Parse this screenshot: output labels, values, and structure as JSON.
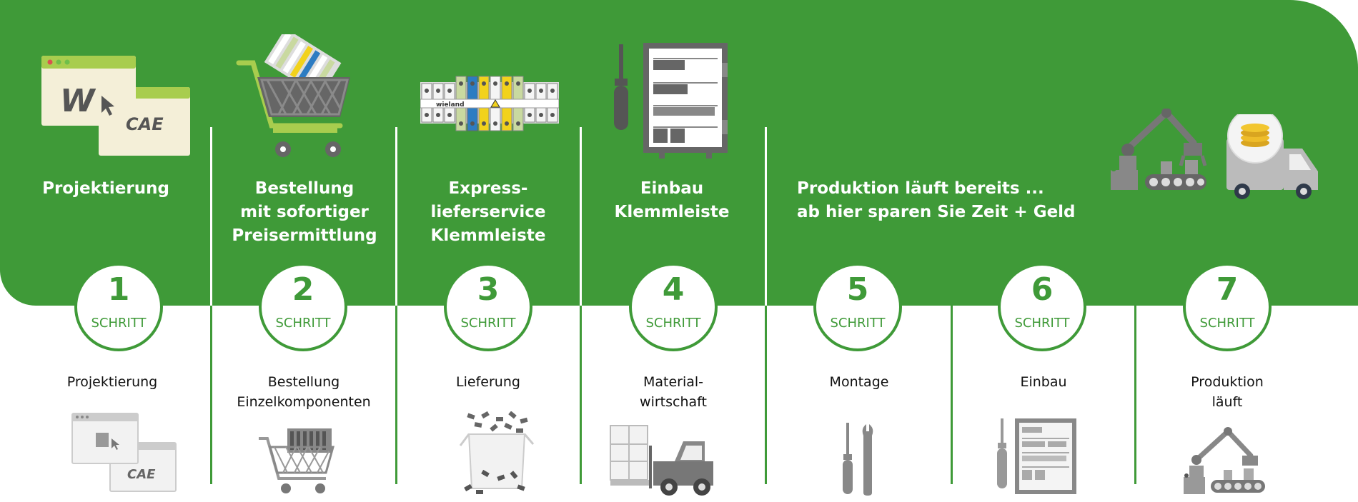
{
  "top_titles": {
    "projektierung": "Projektierung",
    "bestellung": "Bestellung\nmit sofortiger\nPreisermittlung",
    "express": "Express-\nlieferservice\nKlemmleiste",
    "einbau": "Einbau\nKlemmleiste",
    "produktion": "Produktion läuft bereits ...\nab hier sparen Sie Zeit + Geld"
  },
  "steps": [
    {
      "number": "1",
      "word": "SCHRITT"
    },
    {
      "number": "2",
      "word": "SCHRITT"
    },
    {
      "number": "3",
      "word": "SCHRITT"
    },
    {
      "number": "4",
      "word": "SCHRITT"
    },
    {
      "number": "5",
      "word": "SCHRITT"
    },
    {
      "number": "6",
      "word": "SCHRITT"
    },
    {
      "number": "7",
      "word": "SCHRITT"
    }
  ],
  "bottom_labels": [
    "Projektierung",
    "Bestellung\nEinzelkomponenten",
    "Lieferung",
    "Material-\nwirtschaft",
    "Montage",
    "Einbau",
    "Produktion\nläuft"
  ],
  "icon_text": {
    "w": "W",
    "cae": "CAE",
    "cae_gray": "CAE",
    "wieland": "wieland"
  },
  "colors": {
    "brand_green": "#3f9a38",
    "lime": "#a8cd4e",
    "light_gray": "#cccccc"
  }
}
